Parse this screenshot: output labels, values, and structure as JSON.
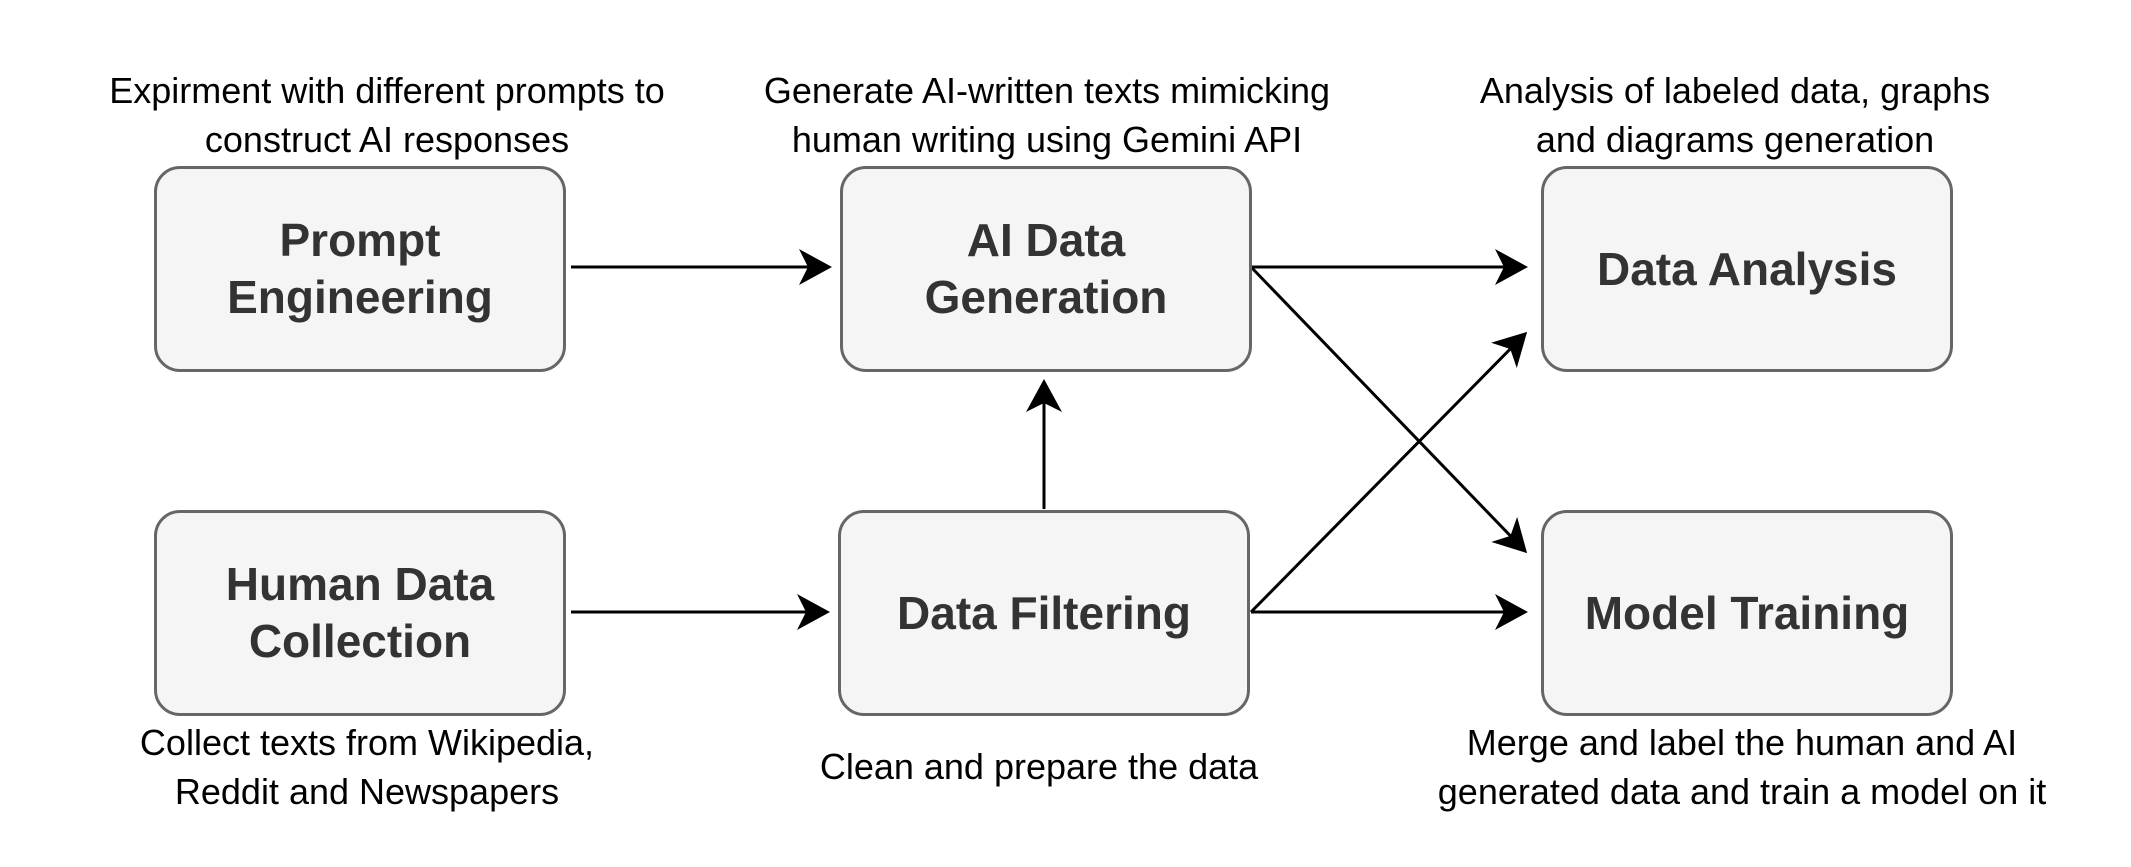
{
  "nodes": {
    "prompt_engineering": "Prompt\nEngineering",
    "ai_data_generation": "AI Data\nGeneration",
    "data_analysis": "Data Analysis",
    "human_data_collection": "Human Data\nCollection",
    "data_filtering": "Data Filtering",
    "model_training": "Model Training"
  },
  "notes": {
    "prompt_engineering": "Expirment with different prompts to\nconstruct AI responses",
    "ai_data_generation": "Generate AI-written texts mimicking\nhuman writing using Gemini API",
    "data_analysis": "Analysis of labeled data, graphs\nand diagrams generation",
    "human_data_collection": "Collect texts from Wikipedia,\nReddit and Newspapers",
    "data_filtering": "Clean and prepare the data",
    "model_training": "Merge and label the human and AI\ngenerated data and train a model on it"
  },
  "colors": {
    "node_fill": "#f5f5f5",
    "node_border": "#666666",
    "node_text": "#333333",
    "note_text": "#000000",
    "edge": "#000000"
  }
}
